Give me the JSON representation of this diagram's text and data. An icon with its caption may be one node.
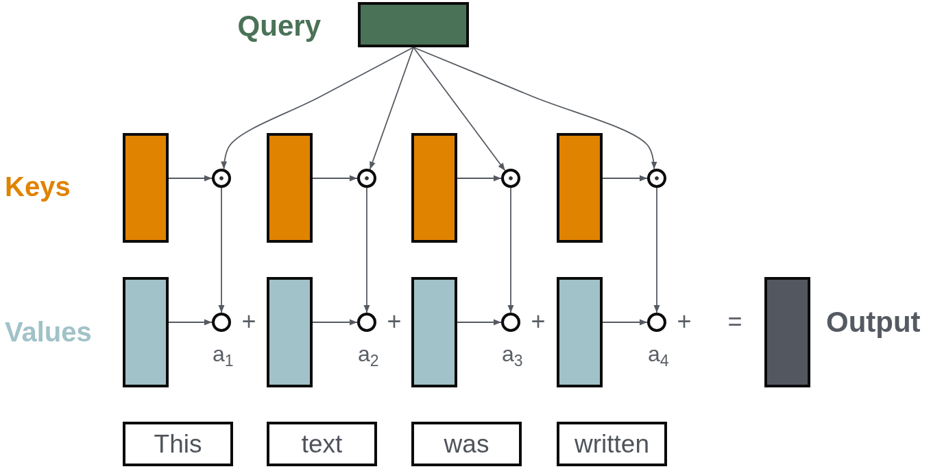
{
  "diagram": {
    "nodes": [
      {
        "text": [],
        "shape": "box",
        "beside": [
          "Query"
        ]
      },
      {
        "text": [],
        "shape": "box"
      },
      {
        "text": [],
        "shape": "circle"
      },
      {
        "text": [],
        "shape": "box"
      },
      {
        "text": [],
        "shape": "circle"
      },
      {
        "text": [],
        "shape": "box"
      },
      {
        "text": [],
        "shape": "circle"
      },
      {
        "text": [],
        "shape": "box"
      },
      {
        "text": [],
        "shape": "circle"
      },
      {
        "text": [],
        "shape": "box"
      },
      {
        "text": [],
        "shape": "circle",
        "beside": [
          "a$_{1}$"
        ]
      },
      {
        "text": [],
        "shape": "box"
      },
      {
        "text": [],
        "shape": "circle",
        "beside": [
          "a$_{2}$"
        ]
      },
      {
        "text": [],
        "shape": "box"
      },
      {
        "text": [],
        "shape": "circle",
        "beside": [
          "a$_{3}$"
        ]
      },
      {
        "text": [],
        "shape": "box"
      },
      {
        "text": [],
        "shape": "circle",
        "beside": [
          "a$_{4}$"
        ]
      },
      {
        "text": [],
        "shape": "box",
        "beside": [
          "Output"
        ]
      },
      {
        "text": [
          "This"
        ]
      },
      {
        "text": [
          "text"
        ]
      },
      {
        "text": [
          "was"
        ]
      },
      {
        "text": [
          "written"
        ]
      }
    ],
    "edges": [
      {
        "from": 0,
        "to": 2,
        "arrow": "to"
      },
      {
        "from": 0,
        "to": 4,
        "arrow": "to"
      },
      {
        "from": 0,
        "to": 6,
        "arrow": "to"
      },
      {
        "from": 0,
        "to": 8,
        "arrow": "to"
      },
      {
        "from": 1,
        "to": 2,
        "arrow": "to"
      },
      {
        "from": 3,
        "to": 4,
        "arrow": "to"
      },
      {
        "from": 5,
        "to": 6,
        "arrow": "to"
      },
      {
        "from": 7,
        "to": 8,
        "arrow": "to"
      },
      {
        "from": 2,
        "to": 10,
        "arrow": "to"
      },
      {
        "from": 4,
        "to": 12,
        "arrow": "to"
      },
      {
        "from": 6,
        "to": 14,
        "arrow": "to"
      },
      {
        "from": 8,
        "to": 16,
        "arrow": "to"
      },
      {
        "from": 9,
        "to": 10,
        "arrow": "to"
      },
      {
        "from": 11,
        "to": 12,
        "arrow": "to"
      },
      {
        "from": 13,
        "to": 14,
        "arrow": "to"
      },
      {
        "from": 15,
        "to": 16,
        "arrow": "to"
      }
    ],
    "labels": [
      "Keys",
      "Values",
      "+",
      "+",
      "+",
      "+",
      "="
    ]
  }
}
